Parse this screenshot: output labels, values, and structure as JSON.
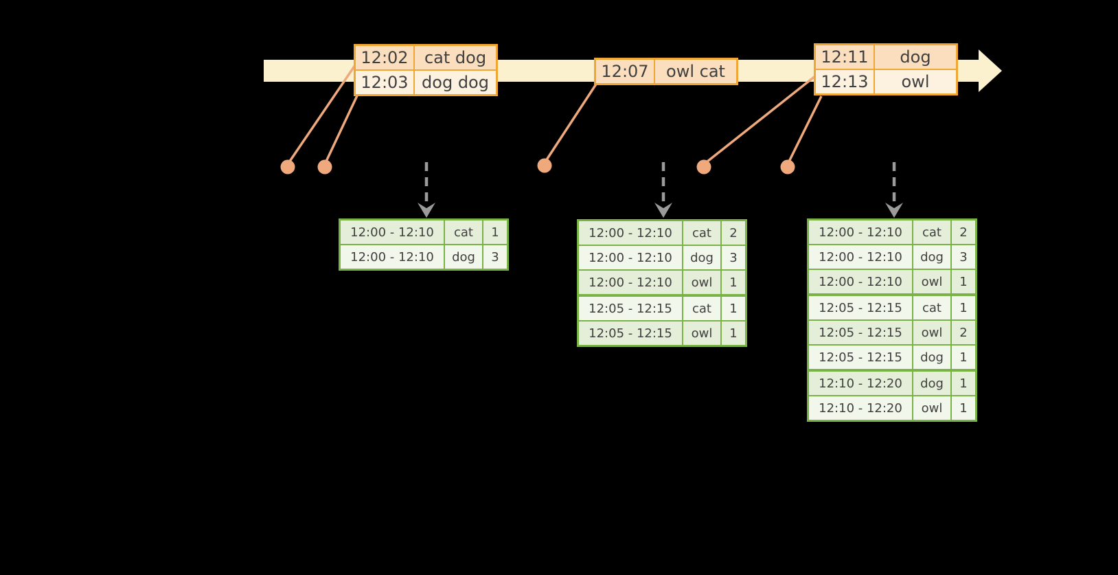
{
  "colors": {
    "background": "#000000",
    "timeline_band": "#FBF1CF",
    "event_table_border": "#F0A632",
    "event_row_dark": "#FBDEBE",
    "event_row_light": "#FDF2DF",
    "connector_salmon": "#EFA97C",
    "result_table_border": "#79B346",
    "result_row_dark": "#E4EED9",
    "result_row_light": "#F2F7EC",
    "trigger_arrow_gray": "#9B9B9B",
    "text": "#3F3F3F"
  },
  "event_tables": [
    {
      "rows": [
        {
          "time": "12:02",
          "words": "cat dog"
        },
        {
          "time": "12:03",
          "words": "dog dog"
        }
      ]
    },
    {
      "rows": [
        {
          "time": "12:07",
          "words": "owl cat"
        }
      ]
    },
    {
      "rows": [
        {
          "time": "12:11",
          "words": "dog"
        },
        {
          "time": "12:13",
          "words": "owl"
        }
      ]
    }
  ],
  "result_tables": [
    {
      "rows": [
        {
          "window": "12:00 - 12:10",
          "word": "cat",
          "count": "1"
        },
        {
          "window": "12:00 - 12:10",
          "word": "dog",
          "count": "3"
        }
      ]
    },
    {
      "rows": [
        {
          "window": "12:00 - 12:10",
          "word": "cat",
          "count": "2"
        },
        {
          "window": "12:00 - 12:10",
          "word": "dog",
          "count": "3"
        },
        {
          "window": "12:00 - 12:10",
          "word": "owl",
          "count": "1"
        },
        {
          "window": "12:05 - 12:15",
          "word": "cat",
          "count": "1"
        },
        {
          "window": "12:05 - 12:15",
          "word": "owl",
          "count": "1"
        }
      ]
    },
    {
      "rows": [
        {
          "window": "12:00 - 12:10",
          "word": "cat",
          "count": "2"
        },
        {
          "window": "12:00 - 12:10",
          "word": "dog",
          "count": "3"
        },
        {
          "window": "12:00 - 12:10",
          "word": "owl",
          "count": "1"
        },
        {
          "window": "12:05 - 12:15",
          "word": "cat",
          "count": "1"
        },
        {
          "window": "12:05 - 12:15",
          "word": "owl",
          "count": "2"
        },
        {
          "window": "12:05 - 12:15",
          "word": "dog",
          "count": "1"
        },
        {
          "window": "12:10 - 12:20",
          "word": "dog",
          "count": "1"
        },
        {
          "window": "12:10 - 12:20",
          "word": "owl",
          "count": "1"
        }
      ]
    }
  ]
}
